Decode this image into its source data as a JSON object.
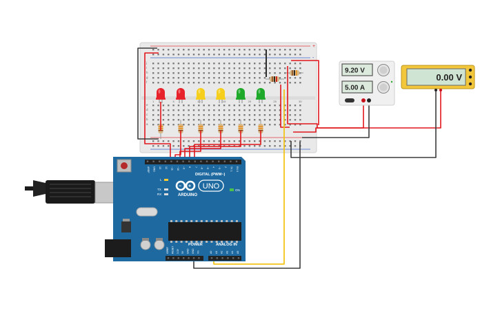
{
  "power_supply": {
    "voltage_display": "9.20 V",
    "current_display": "5.00 A",
    "voltage_knob_icon": "knob-icon",
    "current_knob_icon": "knob-icon"
  },
  "multimeter": {
    "reading": "0.00 V"
  },
  "arduino": {
    "brand": "ARDUINO",
    "model": "UNO",
    "digital_header_label": "DIGITAL (PWM~)",
    "power_header_label": "POWER",
    "analog_header_label": "ANALOG IN",
    "on_label": "ON",
    "tx_label": "TX",
    "rx_label": "RX",
    "l_label": "L",
    "digital_pins": [
      "AREF",
      "GND",
      "13",
      "12",
      "~11",
      "~10",
      "~9",
      "8",
      "7",
      "~6",
      "~5",
      "4",
      "~3",
      "2",
      "TX 1",
      "RX 0"
    ],
    "power_pins": [
      "IOREF",
      "RESET",
      "3.3V",
      "5V",
      "GND",
      "GND",
      "Vin"
    ],
    "analog_pins": [
      "A0",
      "A1",
      "A2",
      "A3",
      "A4",
      "A5"
    ]
  },
  "breadboard": {
    "rail_plus": "+",
    "rail_minus": "-",
    "column_numbers": [
      "1",
      "",
      "",
      "",
      "5",
      "",
      "",
      "",
      "",
      "10",
      "",
      "",
      "",
      "",
      "15",
      "",
      "",
      "",
      "",
      "20",
      "",
      "",
      "",
      "",
      "25",
      "",
      "",
      "",
      "",
      "30"
    ],
    "row_letters_top": [
      "j",
      "i",
      "h",
      "g",
      "f"
    ],
    "row_letters_bottom": [
      "e",
      "d",
      "c",
      "b",
      "a"
    ]
  },
  "leds": [
    {
      "color": "red"
    },
    {
      "color": "red"
    },
    {
      "color": "yellow"
    },
    {
      "color": "yellow"
    },
    {
      "color": "green"
    },
    {
      "color": "green"
    }
  ],
  "colors": {
    "wire_red": "#e0151b",
    "wire_black": "#3a3a3a",
    "wire_yellow": "#f2c418",
    "arduino_blue": "#1e6aa0",
    "led_red": "#e8222a",
    "led_yellow": "#f5cf1b",
    "led_green": "#1fa92b",
    "lcd_green": "#cfe4d2"
  },
  "icons": {
    "usb_cable": "usb-cable-icon",
    "arduino_logo": "infinity-logo-icon",
    "reset_button": "reset-button-icon"
  }
}
